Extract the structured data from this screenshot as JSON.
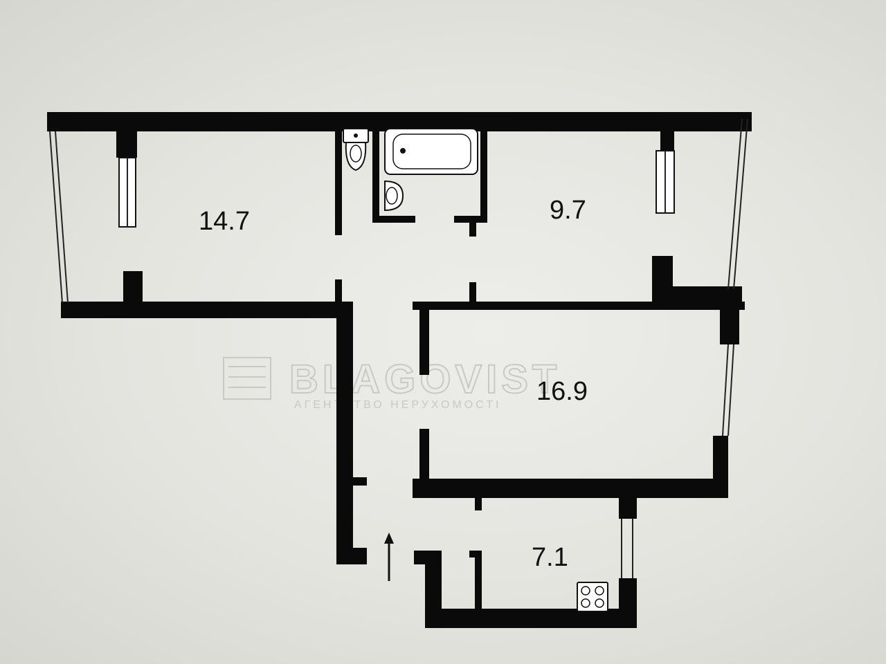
{
  "rooms": [
    {
      "id": "room-left-top",
      "area": "14.7"
    },
    {
      "id": "room-right-top",
      "area": "9.7"
    },
    {
      "id": "room-middle",
      "area": "16.9"
    },
    {
      "id": "kitchen",
      "area": "7.1"
    }
  ],
  "watermark": {
    "brand": "BLAGOVIST",
    "subtitle": "АГЕНТСТВО НЕРУХОМОСТІ"
  },
  "colors": {
    "wall": "#0a0a0a",
    "background": "#e6e6e0",
    "watermark": "#c9c9c4"
  },
  "icons": [
    "toilet-icon",
    "bathtub-icon",
    "sink-icon",
    "stove-icon",
    "entrance-arrow-icon",
    "watermark-logo-icon"
  ]
}
